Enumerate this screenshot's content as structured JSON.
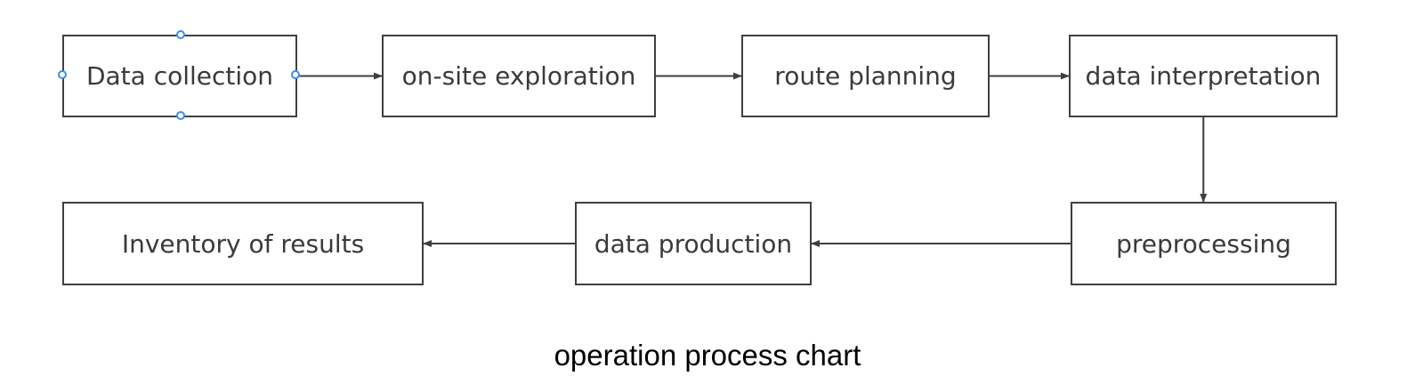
{
  "diagram": {
    "nodes": [
      {
        "id": "data-collection",
        "label": "Data collection",
        "selected": true
      },
      {
        "id": "on-site-exploration",
        "label": "on-site exploration"
      },
      {
        "id": "route-planning",
        "label": "route planning"
      },
      {
        "id": "data-interpretation",
        "label": "data interpretation"
      },
      {
        "id": "preprocessing",
        "label": "preprocessing"
      },
      {
        "id": "data-production",
        "label": "data production"
      },
      {
        "id": "inventory-of-results",
        "label": "Inventory of results"
      }
    ],
    "edges": [
      {
        "from": "data-collection",
        "to": "on-site-exploration"
      },
      {
        "from": "on-site-exploration",
        "to": "route-planning"
      },
      {
        "from": "route-planning",
        "to": "data-interpretation"
      },
      {
        "from": "data-interpretation",
        "to": "preprocessing"
      },
      {
        "from": "preprocessing",
        "to": "data-production"
      },
      {
        "from": "data-production",
        "to": "inventory-of-results"
      }
    ],
    "colors": {
      "border": "#3f3f3f",
      "text": "#3a3a3a",
      "selection_handle": "#3b8ced"
    }
  },
  "caption": "operation process chart"
}
